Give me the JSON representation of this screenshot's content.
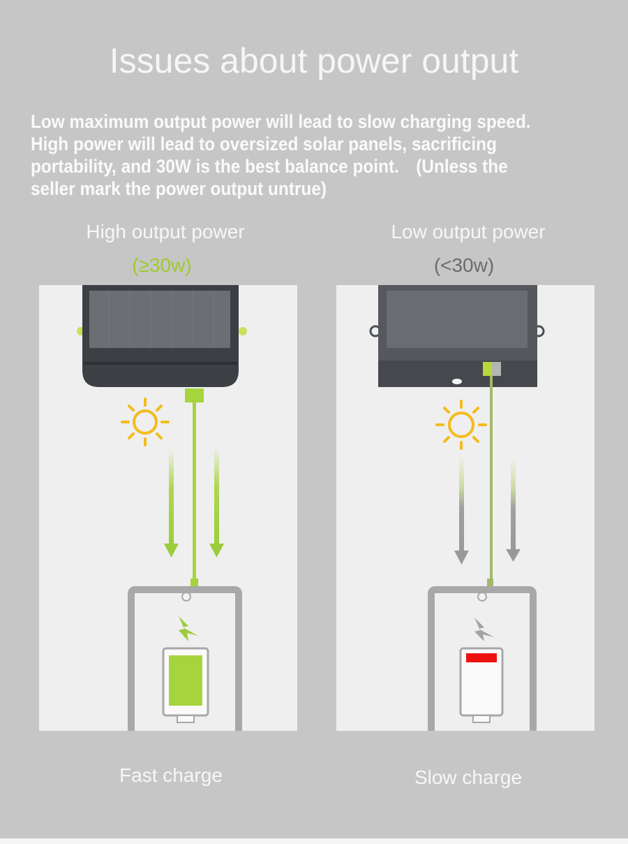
{
  "title": "Issues about power output",
  "description": {
    "lines": [
      "Low maximum output power will lead to slow charging speed.",
      "High power will lead to oversized solar panels, sacrificing",
      "portability, and 30W is the best balance point.　(Unless the",
      "seller mark  the power output untrue)"
    ]
  },
  "columns": [
    {
      "heading": "High output power",
      "threshold": "(≥30w)",
      "threshold_color": "#9ccc2c",
      "result": "Fast charge",
      "arrow_color": "#9ccc3c",
      "battery_fill_color": "#a6d43c",
      "battery_level": "full",
      "bolt_color": "#9ccc3c",
      "icons": [
        "solar-panel-icon",
        "sun-icon",
        "energy-arrow-icon",
        "cable-icon",
        "phone-icon",
        "bolt-icon",
        "battery-full-icon"
      ]
    },
    {
      "heading": "Low output power",
      "threshold": "(<30w)",
      "threshold_color": "#6b6b6b",
      "result": "Slow charge",
      "arrow_color": "#9a9a9a",
      "battery_fill_color": "#ee1111",
      "battery_level": "low",
      "bolt_color": "#a3a3a3",
      "icons": [
        "solar-panel-icon",
        "sun-icon",
        "energy-arrow-icon",
        "cable-icon",
        "phone-icon",
        "bolt-icon",
        "battery-low-icon"
      ]
    }
  ],
  "colors": {
    "background": "#c6c6c6",
    "panel": "#efefef",
    "sun": "#f2bc1c",
    "cable": "#a6d43c",
    "solar_body": "#3f4247"
  }
}
